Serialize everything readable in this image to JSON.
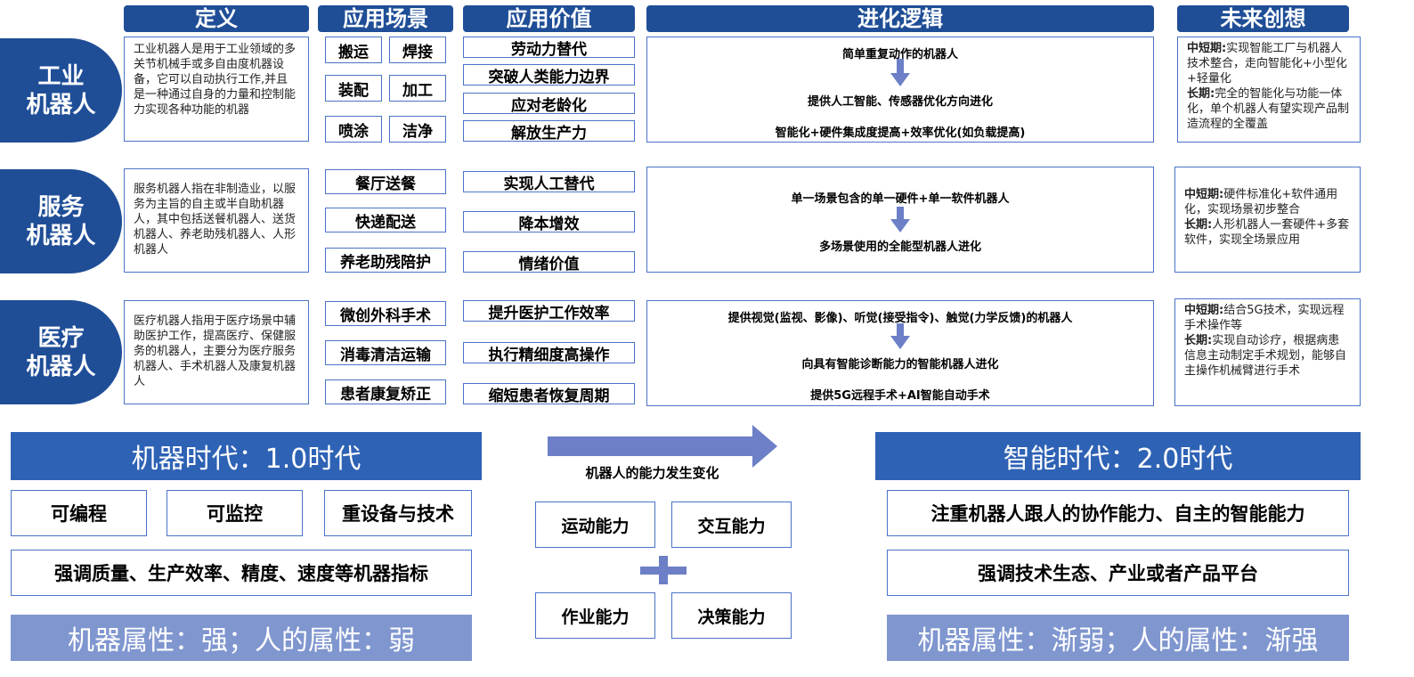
{
  "headers": {
    "definition": "定义",
    "scenarios": "应用场景",
    "value": "应用价值",
    "evolution": "进化逻辑",
    "future": "未来创想"
  },
  "rows": [
    {
      "label_line1": "工业",
      "label_line2": "机器人",
      "definition": "工业机器人是用于工业领域的多关节机械手或多自由度机器设备，它可以自动执行工作,并且是一种通过自身的力量和控制能力实现各种功能的机器",
      "scenarios": [
        "搬运",
        "焊接",
        "装配",
        "加工",
        "喷涂",
        "洁净"
      ],
      "values": [
        "劳动力替代",
        "突破人类能力边界",
        "应对老龄化",
        "解放生产力"
      ],
      "evolution": [
        "简单重复动作的机器人",
        "提供人工智能、传感器优化方向进化",
        "智能化+硬件集成度提高+效率优化(如负载提高)"
      ],
      "future_short_label": "中短期:",
      "future_short": "实现智能工厂与机器人技术整合，走向智能化+小型化+轻量化",
      "future_long_label": "长期:",
      "future_long": "完全的智能化与功能一体化，单个机器人有望实现产品制造流程的全覆盖"
    },
    {
      "label_line1": "服务",
      "label_line2": "机器人",
      "definition": "服务机器人指在非制造业，以服务为主旨的自主或半自助机器人，其中包括送餐机器人、送货机器人、养老助残机器人、人形机器人",
      "scenarios": [
        "餐厅送餐",
        "快递配送",
        "养老助残陪护"
      ],
      "values": [
        "实现人工替代",
        "降本增效",
        "情绪价值"
      ],
      "evolution": [
        "单一场景包含的单一硬件+单一软件机器人",
        "多场景使用的全能型机器人进化"
      ],
      "future_short_label": "中短期:",
      "future_short": "硬件标准化+软件通用化，实现场景初步整合",
      "future_long_label": "长期:",
      "future_long": "人形机器人一套硬件+多套软件，实现全场景应用"
    },
    {
      "label_line1": "医疗",
      "label_line2": "机器人",
      "definition": "医疗机器人指用于医疗场景中辅助医护工作，提高医疗、保健服务的机器人，主要分为医疗服务机器人、手术机器人及康复机器人",
      "scenarios": [
        "微创外科手术",
        "消毒清洁运输",
        "患者康复矫正"
      ],
      "values": [
        "提升医护工作效率",
        "执行精细度高操作",
        "缩短患者恢复周期"
      ],
      "evolution": [
        "提供视觉(监视、影像)、听觉(接受指令)、触觉(力学反馈)的机器人",
        "向具有智能诊断能力的智能机器人进化",
        "提供5G远程手术+AI智能自动手术"
      ],
      "future_short_label": "中短期:",
      "future_short": "结合5G技术，实现远程手术操作等",
      "future_long_label": "长期:",
      "future_long": "实现自动诊疗，根据病患信息主动制定手术规划，能够自主操作机械臂进行手术"
    }
  ],
  "era1": {
    "title": "机器时代：1.0时代",
    "tags": [
      "可编程",
      "可监控",
      "重设备与技术"
    ],
    "wide_tag": "强调质量、生产效率、精度、速度等机器指标",
    "attr": "机器属性：强；人的属性：弱"
  },
  "middle": {
    "arrow_caption": "机器人的能力发生变化",
    "abilities": [
      "运动能力",
      "交互能力",
      "作业能力",
      "决策能力"
    ],
    "plus_icon": "plus-icon"
  },
  "era2": {
    "title": "智能时代：2.0时代",
    "tags": [
      "注重机器人跟人的协作能力、自主的智能能力",
      "强调技术生态、产业或者产品平台"
    ],
    "attr": "机器属性：渐弱；人的属性：渐强"
  },
  "colors": {
    "primary": "#1F4E97",
    "border": "#4A73C8",
    "bar_blue": "#2E62B5",
    "light_bar": "#7F96CF",
    "arrow": "#6C7FC7"
  }
}
